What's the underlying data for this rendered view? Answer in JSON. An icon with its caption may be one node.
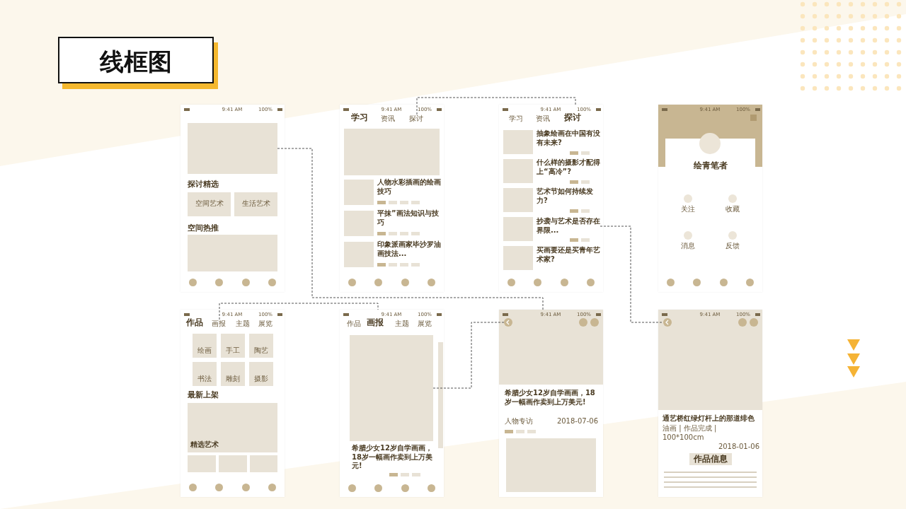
{
  "diagram": {
    "title": "线框图",
    "nodes": [
      {
        "text": [
          "9:41 AM",
          "100%",
          "探讨精选",
          "空间艺术",
          "生活艺术",
          "空间热推"
        ]
      },
      {
        "text": [],
        "shape": "box",
        "in": 0
      },
      {
        "text": [],
        "shape": "box",
        "in": 0
      },
      {
        "text": [
          "9:41 AM",
          "100%",
          "学习",
          "资讯",
          "人物水彩插画的绘画技巧",
          "平抹”画法知识与技巧",
          "印象派画家毕沙罗油画技法..."
        ]
      },
      {
        "text": [
          "探讨"
        ],
        "in": 3
      },
      {
        "text": [],
        "shape": "box",
        "in": 3
      },
      {
        "text": [
          "9:41 AM",
          "100%",
          "学习",
          "资讯",
          "探讨",
          "抽象绘画在中国有没有未来?",
          "什么样的摄影才配得上“高冷”?",
          "艺术节如何持续发力?",
          "买画要还是买青年艺术家?"
        ]
      },
      {
        "text": [
          "抄袭与艺术是否存在界限..."
        ],
        "in": 6
      },
      {
        "text": [
          "9:41 AM",
          "100%",
          "绘青笔者",
          "关注",
          "收藏",
          "消息",
          "反馈"
        ]
      },
      {
        "text": [
          "9:41 AM",
          "100%",
          "作品",
          "主题",
          "展览",
          "绘画",
          "手工",
          "陶艺",
          "书法",
          "雕刻",
          "摄影",
          "最新上架"
        ]
      },
      {
        "text": [
          "画报"
        ],
        "in": 9
      },
      {
        "text": [],
        "shape": "box",
        "in": 9
      },
      {
        "text": [
          "精选艺术"
        ],
        "in": 11
      },
      {
        "text": [
          "9:41 AM",
          "100%",
          "作品",
          "画报",
          "主题",
          "展览",
          "希腊少女12岁自学画画，18岁一幅画作卖到上万美元!"
        ]
      },
      {
        "text": [],
        "shape": "box",
        "in": 13
      },
      {
        "text": [
          "9:41 AM",
          "100%",
          "希腊少女12岁自学画画，18岁一幅画作卖到上万美元!",
          "人物专访",
          "2018-07-06"
        ]
      },
      {
        "text": [],
        "shape": "circle",
        "in": 15
      },
      {
        "text": [],
        "shape": "box",
        "in": 15
      },
      {
        "text": [
          "9:41 AM",
          "100%",
          "通艺桥红绿灯杆上的那道绯色",
          "油画 | 作品完成 | 100*100cm",
          "2018-01-06",
          "作品信息"
        ]
      },
      {
        "text": [],
        "shape": "circle",
        "in": 18
      }
    ],
    "edges": [
      {
        "from": 1,
        "to": 15,
        "arrow": "none",
        "style": "dashed"
      },
      {
        "from": 4,
        "to": 6,
        "arrow": "none",
        "style": "dashed"
      },
      {
        "from": 7,
        "to": 19,
        "arrow": "none",
        "style": "dashed"
      },
      {
        "from": 10,
        "to": 13,
        "arrow": "none",
        "style": "dashed"
      },
      {
        "from": 14,
        "to": 16,
        "arrow": "none",
        "style": "dashed"
      }
    ]
  }
}
